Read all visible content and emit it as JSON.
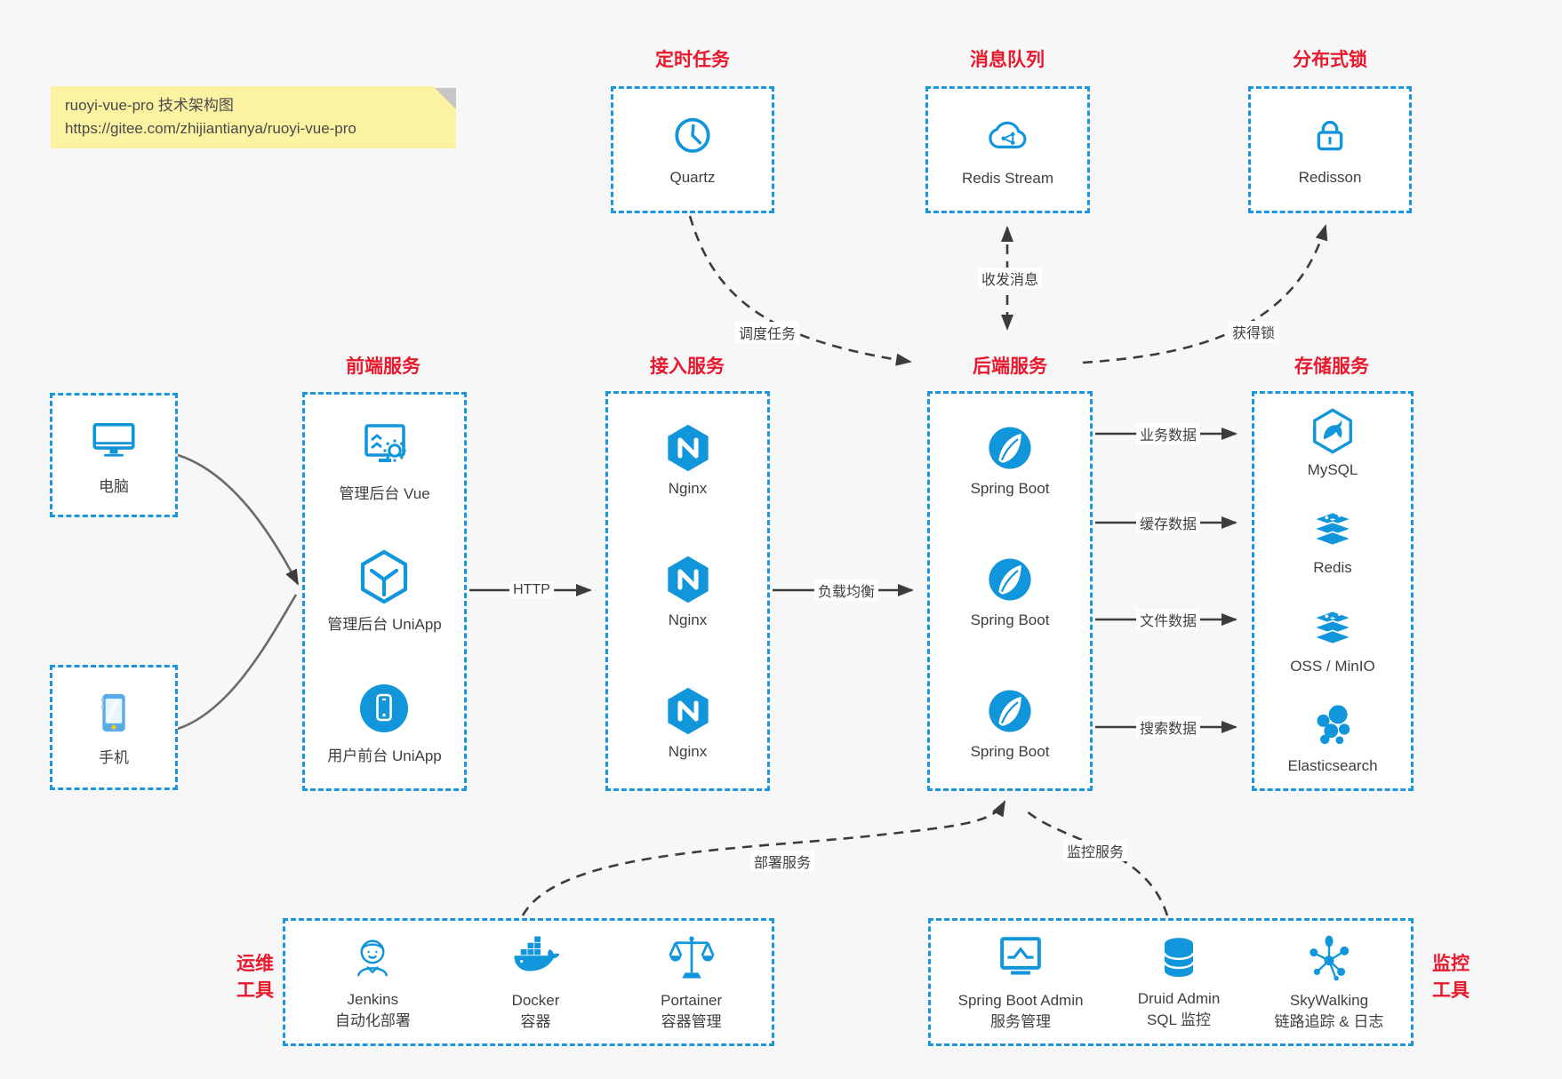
{
  "note": {
    "line1": "ruoyi-vue-pro 技术架构图",
    "line2": "https://gitee.com/zhijiantianya/ruoyi-vue-pro"
  },
  "top_services": [
    {
      "title": "定时任务",
      "label": "Quartz"
    },
    {
      "title": "消息队列",
      "label": "Redis Stream"
    },
    {
      "title": "分布式锁",
      "label": "Redisson"
    }
  ],
  "clients": [
    {
      "label": "电脑"
    },
    {
      "label": "手机"
    }
  ],
  "frontend": {
    "title": "前端服务",
    "items": [
      {
        "label": "管理后台 Vue"
      },
      {
        "label": "管理后台 UniApp"
      },
      {
        "label": "用户前台 UniApp"
      }
    ]
  },
  "gateway": {
    "title": "接入服务",
    "items": [
      {
        "label": "Nginx"
      },
      {
        "label": "Nginx"
      },
      {
        "label": "Nginx"
      }
    ]
  },
  "backend": {
    "title": "后端服务",
    "items": [
      {
        "label": "Spring Boot"
      },
      {
        "label": "Spring Boot"
      },
      {
        "label": "Spring Boot"
      }
    ]
  },
  "storage": {
    "title": "存储服务",
    "items": [
      {
        "label": "MySQL"
      },
      {
        "label": "Redis"
      },
      {
        "label": "OSS / MinIO"
      },
      {
        "label": "Elasticsearch"
      }
    ]
  },
  "ops_tools": {
    "label_line1": "运维",
    "label_line2": "工具",
    "items": [
      {
        "name": "Jenkins",
        "desc": "自动化部署"
      },
      {
        "name": "Docker",
        "desc": "容器"
      },
      {
        "name": "Portainer",
        "desc": "容器管理"
      }
    ]
  },
  "monitor_tools": {
    "label_line1": "监控",
    "label_line2": "工具",
    "items": [
      {
        "name": "Spring Boot Admin",
        "desc": "服务管理"
      },
      {
        "name": "Druid Admin",
        "desc": "SQL 监控"
      },
      {
        "name": "SkyWalking",
        "desc": "链路追踪 & 日志"
      }
    ]
  },
  "edge_labels": {
    "http": "HTTP",
    "load_balance": "负载均衡",
    "schedule": "调度任务",
    "message": "收发消息",
    "lock": "获得锁",
    "business": "业务数据",
    "cache": "缓存数据",
    "file": "文件数据",
    "search": "搜索数据",
    "deploy": "部署服务",
    "monitor": "监控服务"
  },
  "colors": {
    "accent_blue": "#1296db",
    "title_red": "#e8192d",
    "arrow_dark": "#3c3c3c",
    "note_bg": "#fbf3a2",
    "canvas_bg": "#f7f7f7"
  }
}
